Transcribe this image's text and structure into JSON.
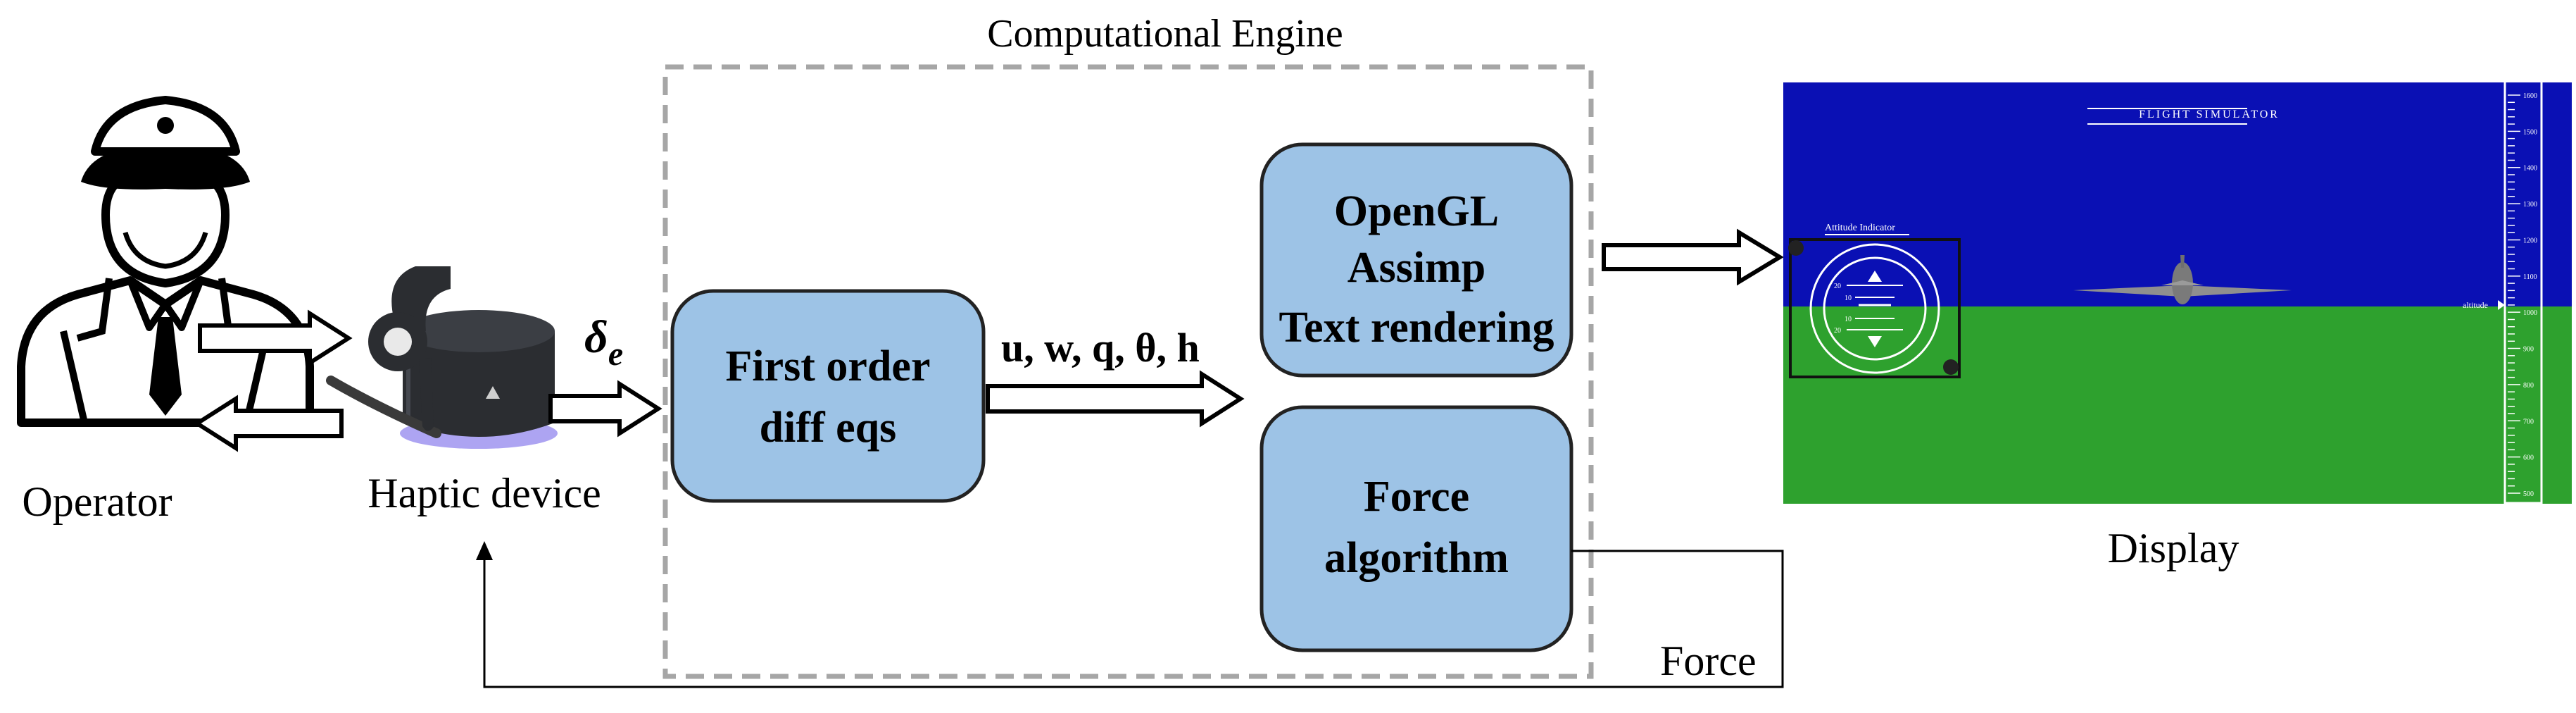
{
  "diagram": {
    "engine_title": "Computational Engine",
    "operator_label": "Operator",
    "haptic_label": "Haptic device",
    "delta_symbol": "δ",
    "delta_subscript": "e",
    "diff_box_line1": "First order",
    "diff_box_line2": "diff eqs",
    "state_vars": "u, w, q, θ, h",
    "render_box_line1": "OpenGL",
    "render_box_line2": "Assimp",
    "render_box_line3": "Text rendering",
    "force_box_line1": "Force",
    "force_box_line2": "algorithm",
    "display_label": "Display",
    "force_label": "Force"
  },
  "simulator": {
    "title": "FLIGHT  SIMULATOR",
    "attitude_label": "Attitude  Indicator",
    "altitude_label": "altitude",
    "pitch_marks": [
      "20",
      "10",
      "10",
      "20"
    ],
    "altitude_ticks": [
      "1600",
      "1500",
      "1400",
      "1300",
      "1200",
      "1100",
      "1000",
      "900",
      "800",
      "700",
      "600",
      "500"
    ],
    "sky_color": "#0a10b4",
    "ground_color": "#2ea12e"
  },
  "colors": {
    "box_fill": "#9dc3e6",
    "box_stroke": "#222222",
    "engine_border": "#a6a6a6"
  }
}
